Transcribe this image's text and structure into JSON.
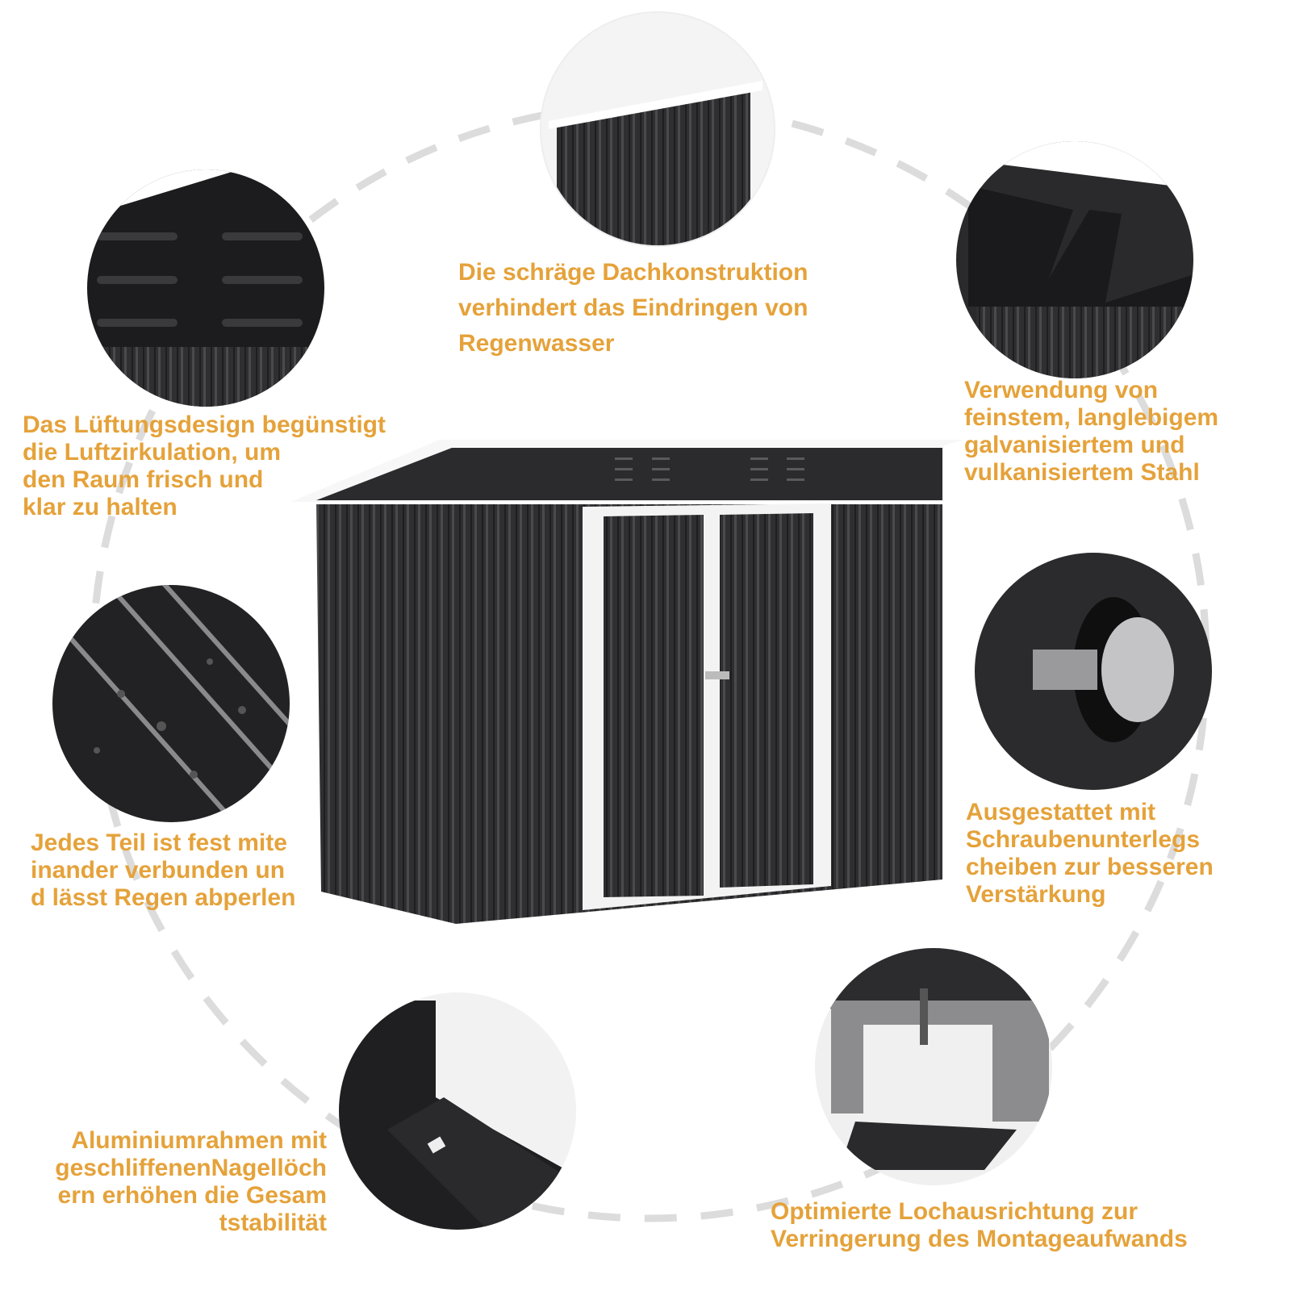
{
  "accent_color": "#E5A23A",
  "features": {
    "roof": {
      "lines": [
        "Die schräge Dachkonstruktion",
        "verhindert das Eindringen von",
        "Regenwasser"
      ],
      "icon": "roof-detail-image"
    },
    "ventilation": {
      "lines": [
        "Das Lüftungsdesign begünstigt",
        "die Luftzirkulation, um",
        "den Raum frisch und",
        "klar zu halten"
      ],
      "icon": "vent-detail-image"
    },
    "steel": {
      "lines": [
        "Verwendung von",
        "feinstem, langlebigem",
        "galvanisiertem und",
        "vulkanisiertem Stahl"
      ],
      "icon": "steel-profile-image"
    },
    "panels": {
      "lines": [
        "Jedes Teil ist fest mite",
        "inander verbunden un",
        "d lässt Regen abperlen"
      ],
      "icon": "wet-panel-image"
    },
    "washers": {
      "lines": [
        "Ausgestattet mit",
        "Schraubenunterlegs",
        "cheiben zur besseren",
        "Verstärkung"
      ],
      "icon": "screw-washer-image"
    },
    "frame": {
      "lines": [
        "Aluminiumrahmen mit",
        "geschliffenenNagellöch",
        "ern erhöhen die Gesam",
        "tstabilität"
      ],
      "icon": "frame-corner-image"
    },
    "holes": {
      "lines": [
        "Optimierte Lochausrichtung zur",
        "Verringerung des Montageaufwands"
      ],
      "icon": "bracket-screw-image"
    }
  }
}
